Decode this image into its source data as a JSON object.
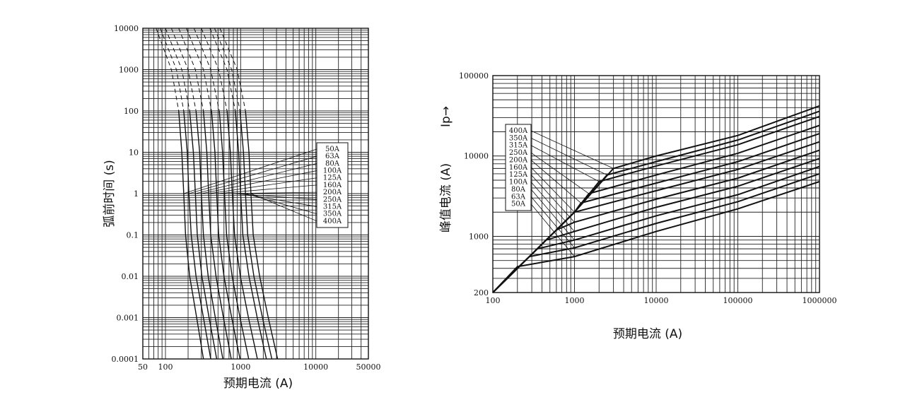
{
  "chart_data": [
    {
      "type": "line",
      "xlabel": "预期电流 (A)",
      "ylabel": "弧前时间 (s)",
      "x_scale": "log",
      "y_scale": "log",
      "xlim": [
        50,
        50000
      ],
      "ylim": [
        0.0001,
        10000
      ],
      "grid": true,
      "x_ticks": [
        "50",
        "100",
        "1000",
        "10000",
        "50000"
      ],
      "y_ticks": [
        "10000",
        "1000",
        "100",
        "10",
        "1",
        "0.1",
        "0.01",
        "0.001",
        "0.0001"
      ],
      "legend_position": "right",
      "legend": [
        "50A",
        "63A",
        "80A",
        "100A",
        "125A",
        "160A",
        "200A",
        "250A",
        "315A",
        "350A",
        "400A"
      ],
      "series": [
        {
          "name": "50A",
          "x": [
            75,
            120,
            150,
            165,
            175,
            185,
            210,
            260,
            320
          ],
          "y": [
            10000,
            1000,
            100,
            10,
            1,
            0.1,
            0.01,
            0.001,
            0.0001
          ]
        },
        {
          "name": "63A",
          "x": [
            85,
            140,
            175,
            195,
            205,
            220,
            255,
            320,
            400
          ],
          "y": [
            10000,
            1000,
            100,
            10,
            1,
            0.1,
            0.01,
            0.001,
            0.0001
          ]
        },
        {
          "name": "80A",
          "x": [
            100,
            165,
            210,
            235,
            250,
            265,
            305,
            380,
            480
          ],
          "y": [
            10000,
            1000,
            100,
            10,
            1,
            0.1,
            0.01,
            0.001,
            0.0001
          ]
        },
        {
          "name": "100A",
          "x": [
            120,
            200,
            255,
            285,
            300,
            320,
            370,
            460,
            580
          ],
          "y": [
            10000,
            1000,
            100,
            10,
            1,
            0.1,
            0.01,
            0.001,
            0.0001
          ]
        },
        {
          "name": "125A",
          "x": [
            150,
            250,
            320,
            355,
            375,
            400,
            470,
            590,
            750
          ],
          "y": [
            10000,
            1000,
            100,
            10,
            1,
            0.1,
            0.01,
            0.001,
            0.0001
          ]
        },
        {
          "name": "160A",
          "x": [
            190,
            320,
            410,
            455,
            480,
            510,
            600,
            760,
            980
          ],
          "y": [
            10000,
            1000,
            100,
            10,
            1,
            0.1,
            0.01,
            0.001,
            0.0001
          ]
        },
        {
          "name": "200A",
          "x": [
            240,
            400,
            520,
            575,
            610,
            650,
            770,
            980,
            1280
          ],
          "y": [
            10000,
            1000,
            100,
            10,
            1,
            0.1,
            0.01,
            0.001,
            0.0001
          ]
        },
        {
          "name": "250A",
          "x": [
            300,
            510,
            660,
            730,
            775,
            830,
            990,
            1270,
            1670
          ],
          "y": [
            10000,
            1000,
            100,
            10,
            1,
            0.1,
            0.01,
            0.001,
            0.0001
          ]
        },
        {
          "name": "315A",
          "x": [
            390,
            660,
            850,
            940,
            1000,
            1070,
            1290,
            1660,
            2200
          ],
          "y": [
            10000,
            1000,
            100,
            10,
            1,
            0.1,
            0.01,
            0.001,
            0.0001
          ]
        },
        {
          "name": "350A",
          "x": [
            450,
            760,
            980,
            1090,
            1160,
            1240,
            1500,
            1950,
            2600
          ],
          "y": [
            10000,
            1000,
            100,
            10,
            1,
            0.1,
            0.01,
            0.001,
            0.0001
          ]
        },
        {
          "name": "400A",
          "x": [
            530,
            900,
            1160,
            1290,
            1370,
            1470,
            1790,
            2330,
            3100
          ],
          "y": [
            10000,
            1000,
            100,
            10,
            1,
            0.1,
            0.01,
            0.001,
            0.0001
          ]
        }
      ]
    },
    {
      "type": "line",
      "xlabel": "预期电流 (A)",
      "ylabel": "峰值电流 (A)",
      "annotation": "Ip→",
      "x_scale": "log",
      "y_scale": "log",
      "xlim": [
        100,
        1000000
      ],
      "ylim": [
        200,
        100000
      ],
      "grid": true,
      "x_ticks": [
        "100",
        "1000",
        "10000",
        "100000",
        "1000000"
      ],
      "y_ticks": [
        "100000",
        "10000",
        "1000",
        "200"
      ],
      "legend_position": "left",
      "legend": [
        "400A",
        "350A",
        "315A",
        "250A",
        "200A",
        "160A",
        "125A",
        "100A",
        "80A",
        "63A",
        "50A"
      ],
      "series": [
        {
          "name": "400A",
          "x": [
            100,
            1000,
            3000,
            10000,
            100000,
            1000000
          ],
          "y": [
            200,
            2000,
            7000,
            10000,
            18000,
            42000
          ]
        },
        {
          "name": "350A",
          "x": [
            100,
            1000,
            2500,
            10000,
            100000,
            1000000
          ],
          "y": [
            200,
            2000,
            5800,
            8500,
            15800,
            36000
          ]
        },
        {
          "name": "315A",
          "x": [
            100,
            1000,
            2000,
            10000,
            100000,
            1000000
          ],
          "y": [
            200,
            2000,
            4800,
            7500,
            13800,
            31000
          ]
        },
        {
          "name": "250A",
          "x": [
            100,
            1000,
            1500,
            10000,
            100000,
            1000000
          ],
          "y": [
            200,
            2000,
            3400,
            5800,
            10800,
            24000
          ]
        },
        {
          "name": "200A",
          "x": [
            100,
            1000,
            1200,
            10000,
            100000,
            1000000
          ],
          "y": [
            200,
            2000,
            2600,
            4600,
            8500,
            19000
          ]
        },
        {
          "name": "160A",
          "x": [
            100,
            800,
            1000,
            10000,
            100000,
            1000000
          ],
          "y": [
            200,
            1600,
            2000,
            3700,
            6800,
            15000
          ]
        },
        {
          "name": "125A",
          "x": [
            100,
            600,
            1000,
            10000,
            100000,
            1000000
          ],
          "y": [
            200,
            1200,
            1500,
            2900,
            5300,
            11800
          ]
        },
        {
          "name": "100A",
          "x": [
            100,
            450,
            1000,
            10000,
            100000,
            1000000
          ],
          "y": [
            200,
            900,
            1150,
            2300,
            4200,
            9300
          ]
        },
        {
          "name": "80A",
          "x": [
            100,
            350,
            1000,
            10000,
            100000,
            1000000
          ],
          "y": [
            200,
            700,
            900,
            1800,
            3300,
            7400
          ]
        },
        {
          "name": "63A",
          "x": [
            100,
            280,
            1000,
            10000,
            100000,
            1000000
          ],
          "y": [
            200,
            560,
            720,
            1450,
            2700,
            6000
          ]
        },
        {
          "name": "50A",
          "x": [
            100,
            200,
            1000,
            10000,
            100000,
            1000000
          ],
          "y": [
            200,
            420,
            560,
            1150,
            2200,
            4800
          ]
        }
      ]
    }
  ]
}
